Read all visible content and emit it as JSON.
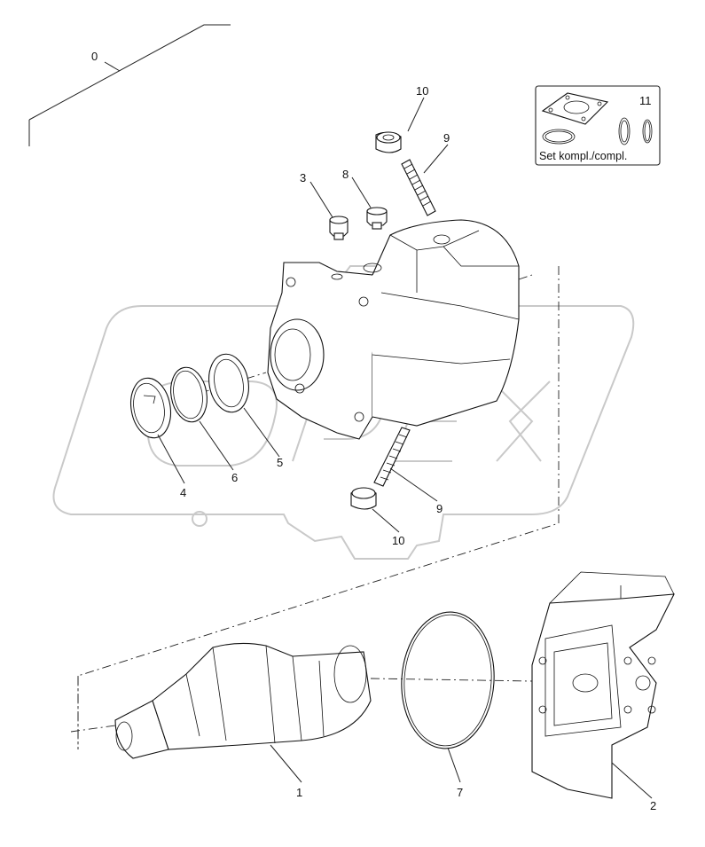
{
  "callouts": [
    {
      "id": "c0",
      "text": "0"
    },
    {
      "id": "c1",
      "text": "1"
    },
    {
      "id": "c2",
      "text": "2"
    },
    {
      "id": "c3",
      "text": "3"
    },
    {
      "id": "c4",
      "text": "4"
    },
    {
      "id": "c5",
      "text": "5"
    },
    {
      "id": "c6",
      "text": "6"
    },
    {
      "id": "c7",
      "text": "7"
    },
    {
      "id": "c8",
      "text": "8"
    },
    {
      "id": "c9a",
      "text": "9"
    },
    {
      "id": "c9b",
      "text": "9"
    },
    {
      "id": "c10a",
      "text": "10"
    },
    {
      "id": "c10b",
      "text": "10"
    },
    {
      "id": "c11",
      "text": "11"
    }
  ],
  "kit_box": {
    "label": "Set kompl./compl."
  },
  "watermark": {
    "text": "OPEX"
  }
}
